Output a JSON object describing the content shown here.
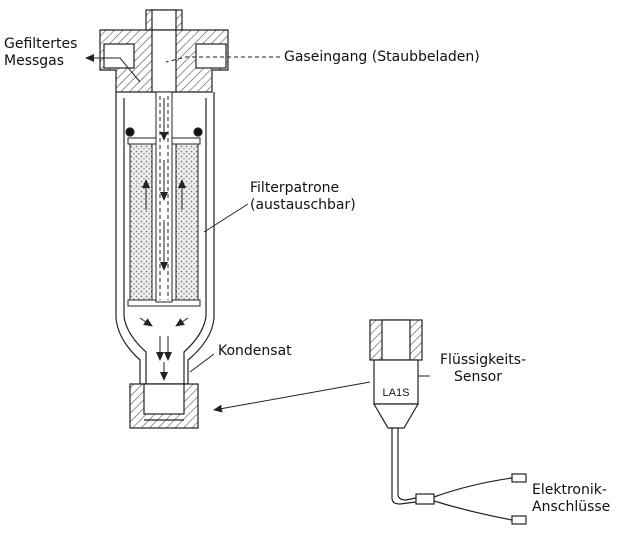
{
  "labels": {
    "gefiltertes_line1": "Gefiltertes",
    "gefiltertes_line2": "Messgas",
    "gaseingang": "Gaseingang (Staubbeladen)",
    "filterpatrone_line1": "Filterpatrone",
    "filterpatrone_line2": "(austauschbar)",
    "kondensat": "Kondensat",
    "sensor_line1": "Flüssigkeits-",
    "sensor_line2": "Sensor",
    "elektronik_line1": "Elektronik-",
    "elektronik_line2": "Anschlüsse",
    "sensor_tag": "LA1S"
  },
  "colors": {
    "line": "#222222",
    "hatch": "#555555",
    "media": "#8a8a8a"
  }
}
